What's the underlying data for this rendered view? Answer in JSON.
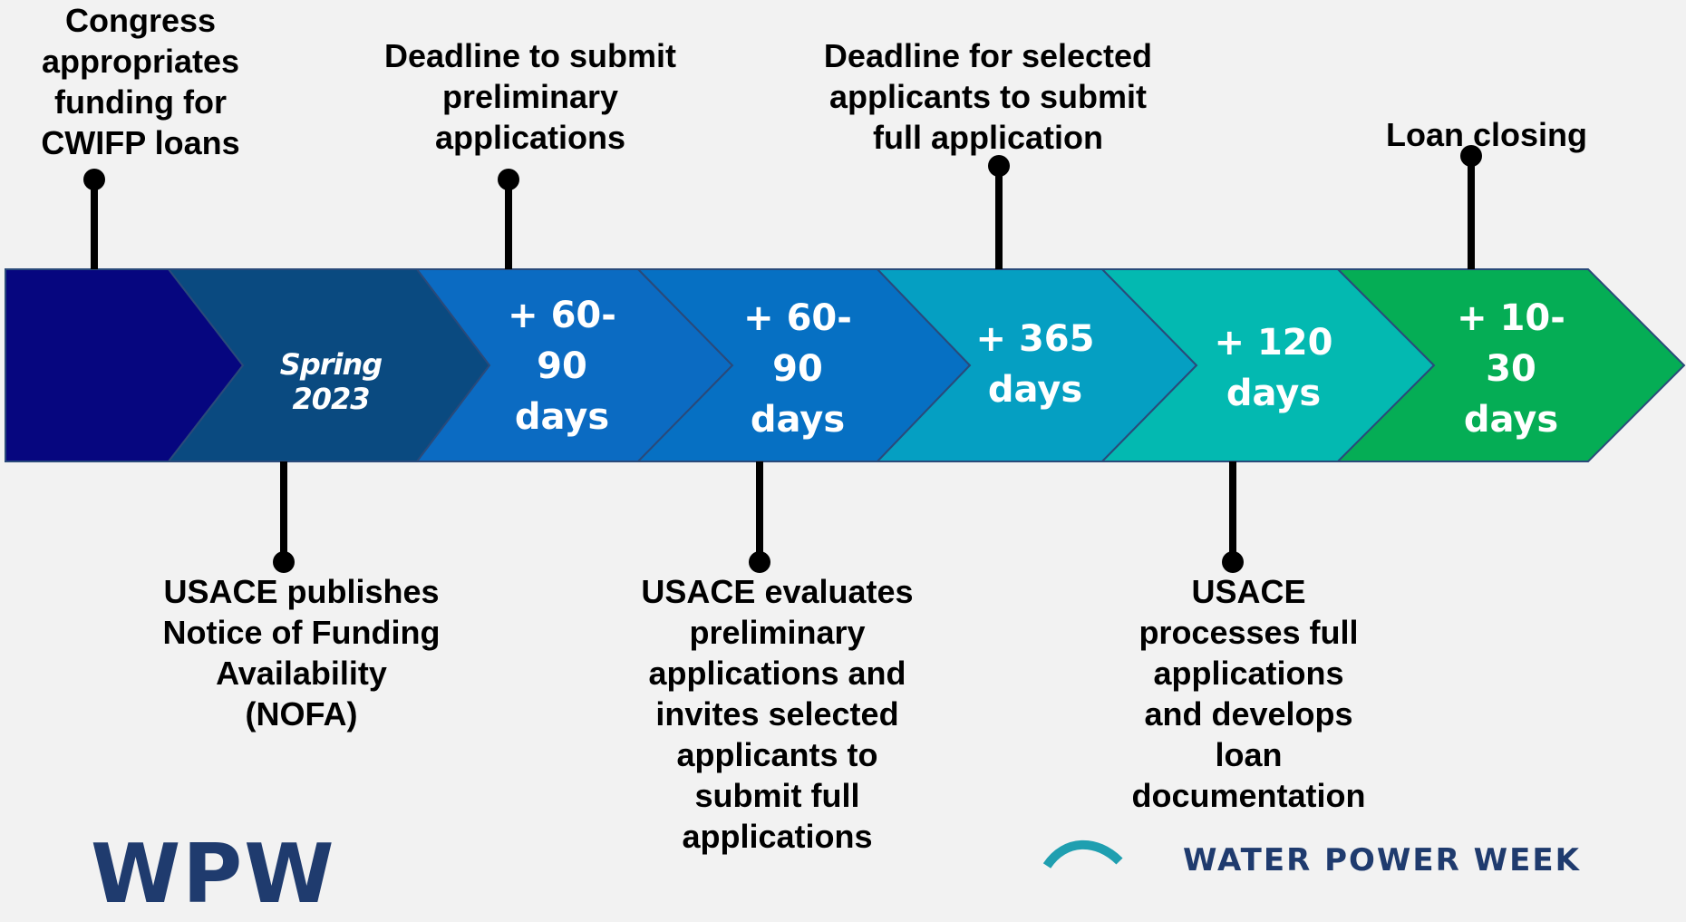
{
  "timeline": {
    "chevrons": [
      {
        "id": "start",
        "label": "",
        "color": "#06067f"
      },
      {
        "id": "spring-2023",
        "label": "Spring 2023",
        "color": "#0a4a80"
      },
      {
        "id": "step-1",
        "label": "+ 60-\n90\ndays",
        "color": "#0b6bc2"
      },
      {
        "id": "step-2",
        "label": "+ 60-\n90\ndays",
        "color": "#0670c3"
      },
      {
        "id": "step-3",
        "label": "+ 365\ndays",
        "color": "#059fc2"
      },
      {
        "id": "step-4",
        "label": "+ 120\ndays",
        "color": "#03b9b1"
      },
      {
        "id": "step-5",
        "label": "+ 10-\n30\ndays",
        "color": "#05ad55"
      }
    ],
    "milestones_above": [
      {
        "id": "congress",
        "text": "Congress\nappropriates\nfunding for\nCWIFP loans"
      },
      {
        "id": "prelim-deadline",
        "text": "Deadline to submit\npreliminary\napplications"
      },
      {
        "id": "full-deadline",
        "text": "Deadline for selected\napplicants to submit\nfull application"
      },
      {
        "id": "loan-closing",
        "text": "Loan closing"
      }
    ],
    "milestones_below": [
      {
        "id": "nofa",
        "text": "USACE publishes\nNotice of Funding\nAvailability\n(NOFA)"
      },
      {
        "id": "evaluates",
        "text": "USACE evaluates\npreliminary\napplications and\ninvites selected\napplicants to\nsubmit full\napplications"
      },
      {
        "id": "processes",
        "text": "USACE\nprocesses full\napplications\nand develops\nloan\ndocumentation"
      }
    ]
  },
  "logos": {
    "left": {
      "text": "WPW",
      "colors": [
        "#1f3b6e",
        "#8fc4e6",
        "#e7b323"
      ]
    },
    "right": {
      "text": "WATER POWER WEEK",
      "colors": [
        "#1f3b6e",
        "#8fc4e6",
        "#e7b323"
      ]
    }
  }
}
